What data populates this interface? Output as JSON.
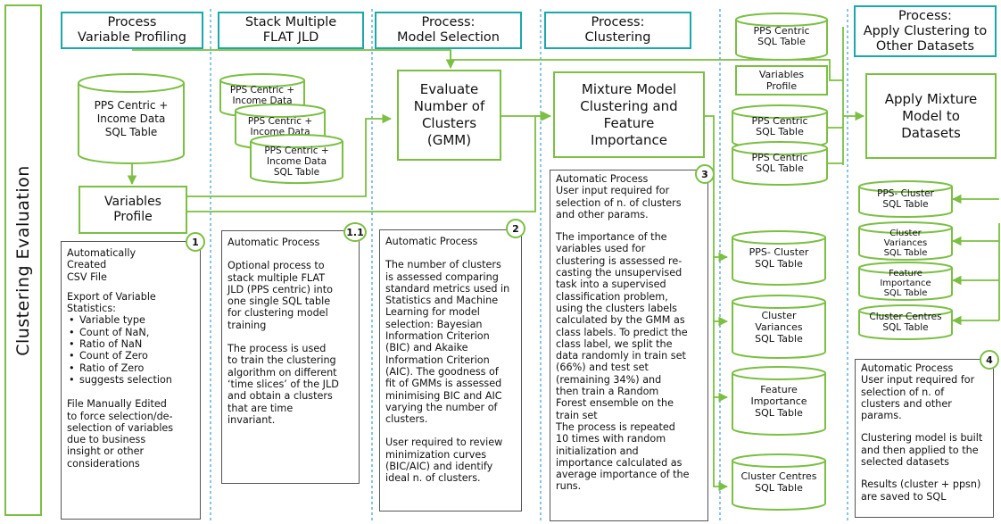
{
  "side_title": "Clustering Evaluation",
  "headers": {
    "profiling": "Process\nVariable Profiling",
    "stack": "Stack Multiple\nFLAT JLD",
    "model_selection": "Process:\nModel Selection",
    "clustering": "Process:\nClustering",
    "apply": "Process:\nApply Clustering to\nOther Datasets"
  },
  "tables": {
    "profiling_source": "PPS Centric +\nIncome Data\nSQL Table",
    "stack_1": "PPS Centric +\nIncome Data",
    "stack_2": "PPS Centric +\nIncome Data",
    "stack_3": "PPS Centric +\nIncome Data\nSQL Table",
    "apply_pps_1": "PPS Centric\nSQL Table",
    "apply_pps_2": "PPS Centric\nSQL Table",
    "apply_pps_3": "PPS Centric\nSQL Table",
    "out_pps_cluster": "PPS- Cluster\nSQL Table",
    "out_cluster_variances": "Cluster\nVariances\nSQL Table",
    "out_feature_importance": "Feature\nImportance\nSQL Table",
    "out_cluster_centres": "Cluster Centres\nSQL Table",
    "res_pps_cluster": "PPS- Cluster\nSQL Table",
    "res_cluster_variances": "Cluster\nVariances\nSQL Table",
    "res_feature_importance": "Feature\nImportance\nSQL Table",
    "res_cluster_centres": "Cluster Centres\nSQL Table"
  },
  "variables_profile_doc": "Variables\nProfile",
  "variables_profile_small": "Variables\nProfile",
  "process_boxes": {
    "evaluate": "Evaluate\nNumber of\nClusters\n(GMM)",
    "mixture": "Mixture Model\nClustering and\nFeature\nImportance",
    "apply_mixture": "Apply Mixture\nModel to\nDatasets"
  },
  "badges": [
    "1",
    "1.1",
    "2",
    "3",
    "4"
  ],
  "notes": {
    "n1": {
      "p1": "Automatically\nCreated\nCSV File",
      "p2": "Export of Variable\nStatistics:",
      "bullets": [
        "Variable type",
        "Count of NaN,",
        "Ratio of NaN",
        "Count of Zero",
        "Ratio of Zero",
        "suggests selection"
      ],
      "p3": "File Manually Edited\nto force selection/de-\nselection of variables\ndue to business\ninsight or other\nconsiderations"
    },
    "n11": {
      "p1": "Automatic Process",
      "p2": "Optional process to\nstack multiple FLAT\nJLD (PPS centric) into\none single SQL table\nfor clustering model\ntraining",
      "p3": "The process is used\nto train the clustering\nalgorithm on different\n‘time slices’ of the JLD\nand obtain a clusters\nthat are time\ninvariant."
    },
    "n2": {
      "p1": "Automatic Process",
      "p2": "The number of clusters\nis assessed comparing\nstandard metrics used in\nStatistics and Machine\nLearning for model\nselection: Bayesian\nInformation Criterion\n(BIC) and Akaike\nInformation Criterion\n(AIC). The goodness of\nfit of GMMs is assessed\nminimising BIC and AIC\nvarying the number of\nclusters.",
      "p3": "User required to review\nminimization curves\n(BIC/AIC) and identify\nideal n. of clusters."
    },
    "n3": {
      "p1": "Automatic Process\nUser input required for\nselection of n. of clusters\nand other params.",
      "p2": "The importance of the\nvariables used for\nclustering is assessed re-\ncasting the unsupervised\ntask into a supervised\nclassification problem,\nusing the clusters labels\ncalculated by the GMM as\nclass labels. To predict the\nclass label, we split the\ndata randomly in train set\n(66%) and test set\n(remaining 34%) and\nthen train a Random\nForest ensemble on the\ntrain set\nThe process is repeated\n10 times with random\ninitialization and\nimportance calculated as\naverage importance of the\nruns."
    },
    "n4": {
      "p1": "Automatic Process\nUser input required for\nselection of n. of\nclusters and other\nparams.",
      "p2": "Clustering model is built\nand then applied to the\nselected datasets",
      "p3": "Results (cluster + ppsn)\nare saved to SQL"
    }
  },
  "colors": {
    "accent_green": "#7bbf43",
    "header_teal": "#1ba8a8",
    "divider_blue": "#3a9bd8"
  }
}
